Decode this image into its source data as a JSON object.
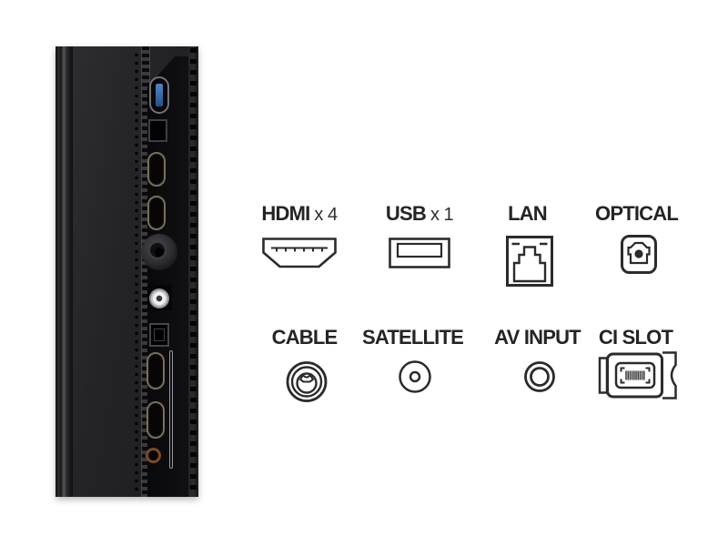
{
  "colors": {
    "background": "#ffffff",
    "label_text": "#242424",
    "icon_stroke": "#2b2b2b",
    "usb_blue": "#3a6fae",
    "satellite_silver": "#d9d9dd",
    "av_ring_brown": "#7c4a28",
    "panel_dark": "#1e1e20"
  },
  "legend": {
    "items": [
      {
        "id": "hdmi",
        "name": "HDMI",
        "mult": "x 4",
        "icon": "hdmi-port-icon"
      },
      {
        "id": "usb",
        "name": "USB",
        "mult": "x 1",
        "icon": "usb-port-icon"
      },
      {
        "id": "lan",
        "name": "LAN",
        "mult": "",
        "icon": "lan-port-icon"
      },
      {
        "id": "optical",
        "name": "OPTICAL",
        "mult": "",
        "icon": "optical-port-icon"
      },
      {
        "id": "cable",
        "name": "CABLE",
        "mult": "",
        "icon": "cable-port-icon"
      },
      {
        "id": "satellite",
        "name": "SATELLITE",
        "mult": "",
        "icon": "satellite-port-icon"
      },
      {
        "id": "av-input",
        "name": "AV INPUT",
        "mult": "",
        "icon": "av-input-port-icon"
      },
      {
        "id": "ci-slot",
        "name": "CI SLOT",
        "mult": "",
        "icon": "ci-slot-icon"
      }
    ]
  },
  "panel": {
    "ports_top_to_bottom": [
      "usb-3-port",
      "lan-port",
      "hdmi-port",
      "hdmi-port",
      "cable-antenna-port",
      "satellite-f-port",
      "optical-port",
      "hdmi-port",
      "hdmi-port",
      "av-minijack-port"
    ]
  }
}
